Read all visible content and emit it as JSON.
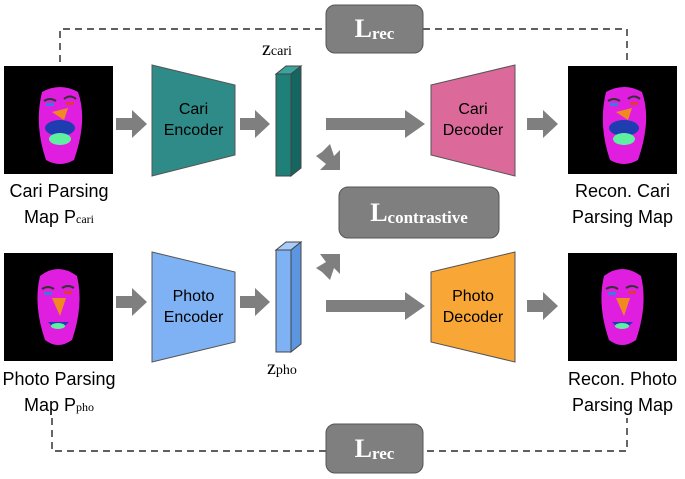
{
  "losses": {
    "rec_top": {
      "main": "L",
      "sub": "rec"
    },
    "contrastive": {
      "main": "L",
      "sub": "contrastive"
    },
    "rec_bottom": {
      "main": "L",
      "sub": "rec"
    }
  },
  "latents": {
    "cari": {
      "main": "z",
      "sub": "cari"
    },
    "pho": {
      "main": "z",
      "sub": "pho"
    }
  },
  "modules": {
    "cari_encoder": [
      "Cari",
      "Encoder"
    ],
    "cari_decoder": [
      "Cari",
      "Decoder"
    ],
    "photo_encoder": [
      "Photo",
      "Encoder"
    ],
    "photo_decoder": [
      "Photo",
      "Decoder"
    ]
  },
  "captions": {
    "cari_input": {
      "line1": "Cari Parsing",
      "line2_main": "Map P",
      "line2_sub": "cari"
    },
    "photo_input": {
      "line1": "Photo Parsing",
      "line2_main": "Map P",
      "line2_sub": "pho"
    },
    "cari_output": {
      "line1": "Recon. Cari",
      "line2": "Parsing Map"
    },
    "photo_output": {
      "line1": "Recon. Photo",
      "line2": "Parsing Map"
    }
  },
  "colors": {
    "cari_encoder": "#2e8b88",
    "cari_decoder": "#db6a9a",
    "photo_encoder": "#7eb2f5",
    "photo_decoder": "#f8a635",
    "latent_cari": "#1e8078",
    "latent_pho": "#7eb2f5",
    "loss_box": "#7f7f7f",
    "arrow": "#7f7f7f",
    "face": "#e01ee0"
  }
}
